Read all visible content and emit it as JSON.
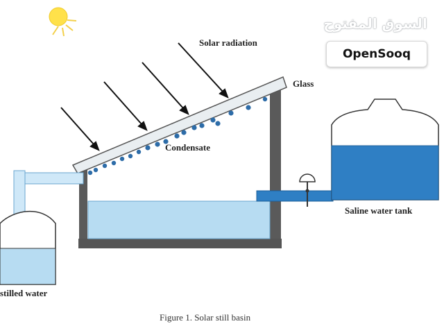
{
  "labels": {
    "solar_radiation": "Solar radiation",
    "glass": "Glass",
    "condensate": "Condensate",
    "saline_water_tank": "Saline water tank",
    "distilled_water": "stilled water"
  },
  "caption": "Figure 1. Solar still basin",
  "watermark": {
    "arabic": "السوق المفتوح",
    "brand": "OpenSooq"
  },
  "icons": {
    "sun": "sun-icon",
    "valve": "valve-icon"
  },
  "colors": {
    "water": "#b7dcf2",
    "tank_water": "#2f7fc4",
    "pipe": "#cfe8f8",
    "frame": "#555555",
    "droplet": "#2d6ca8",
    "sun": "#ffe14a"
  }
}
